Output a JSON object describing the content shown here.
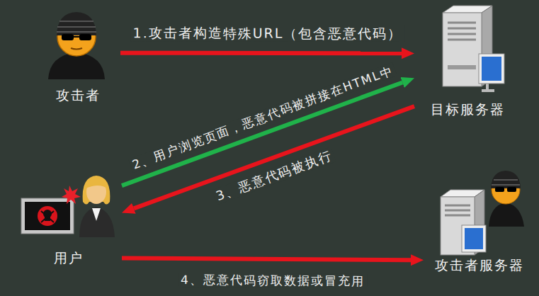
{
  "diagram": {
    "nodes": [
      {
        "text": [
          "攻击者"
        ]
      },
      {
        "text": [
          "目标服务器"
        ]
      },
      {
        "text": [
          "用户"
        ]
      },
      {
        "text": [
          "攻击者服务器"
        ]
      }
    ],
    "edges": [
      {
        "from": 0,
        "to": 1,
        "arrow": "to",
        "label": "1.攻击者构造特殊URL（包含恶意代码）"
      },
      {
        "from": 2,
        "to": 1,
        "arrow": "to",
        "label": "2、用户浏览页面，恶意代码被拼接在HTML中"
      },
      {
        "from": 1,
        "to": 2,
        "arrow": "to",
        "label": "3、恶意代码被执行"
      },
      {
        "from": 2,
        "to": 3,
        "arrow": "to",
        "label": "4、恶意代码窃取数据或冒充用"
      }
    ]
  }
}
